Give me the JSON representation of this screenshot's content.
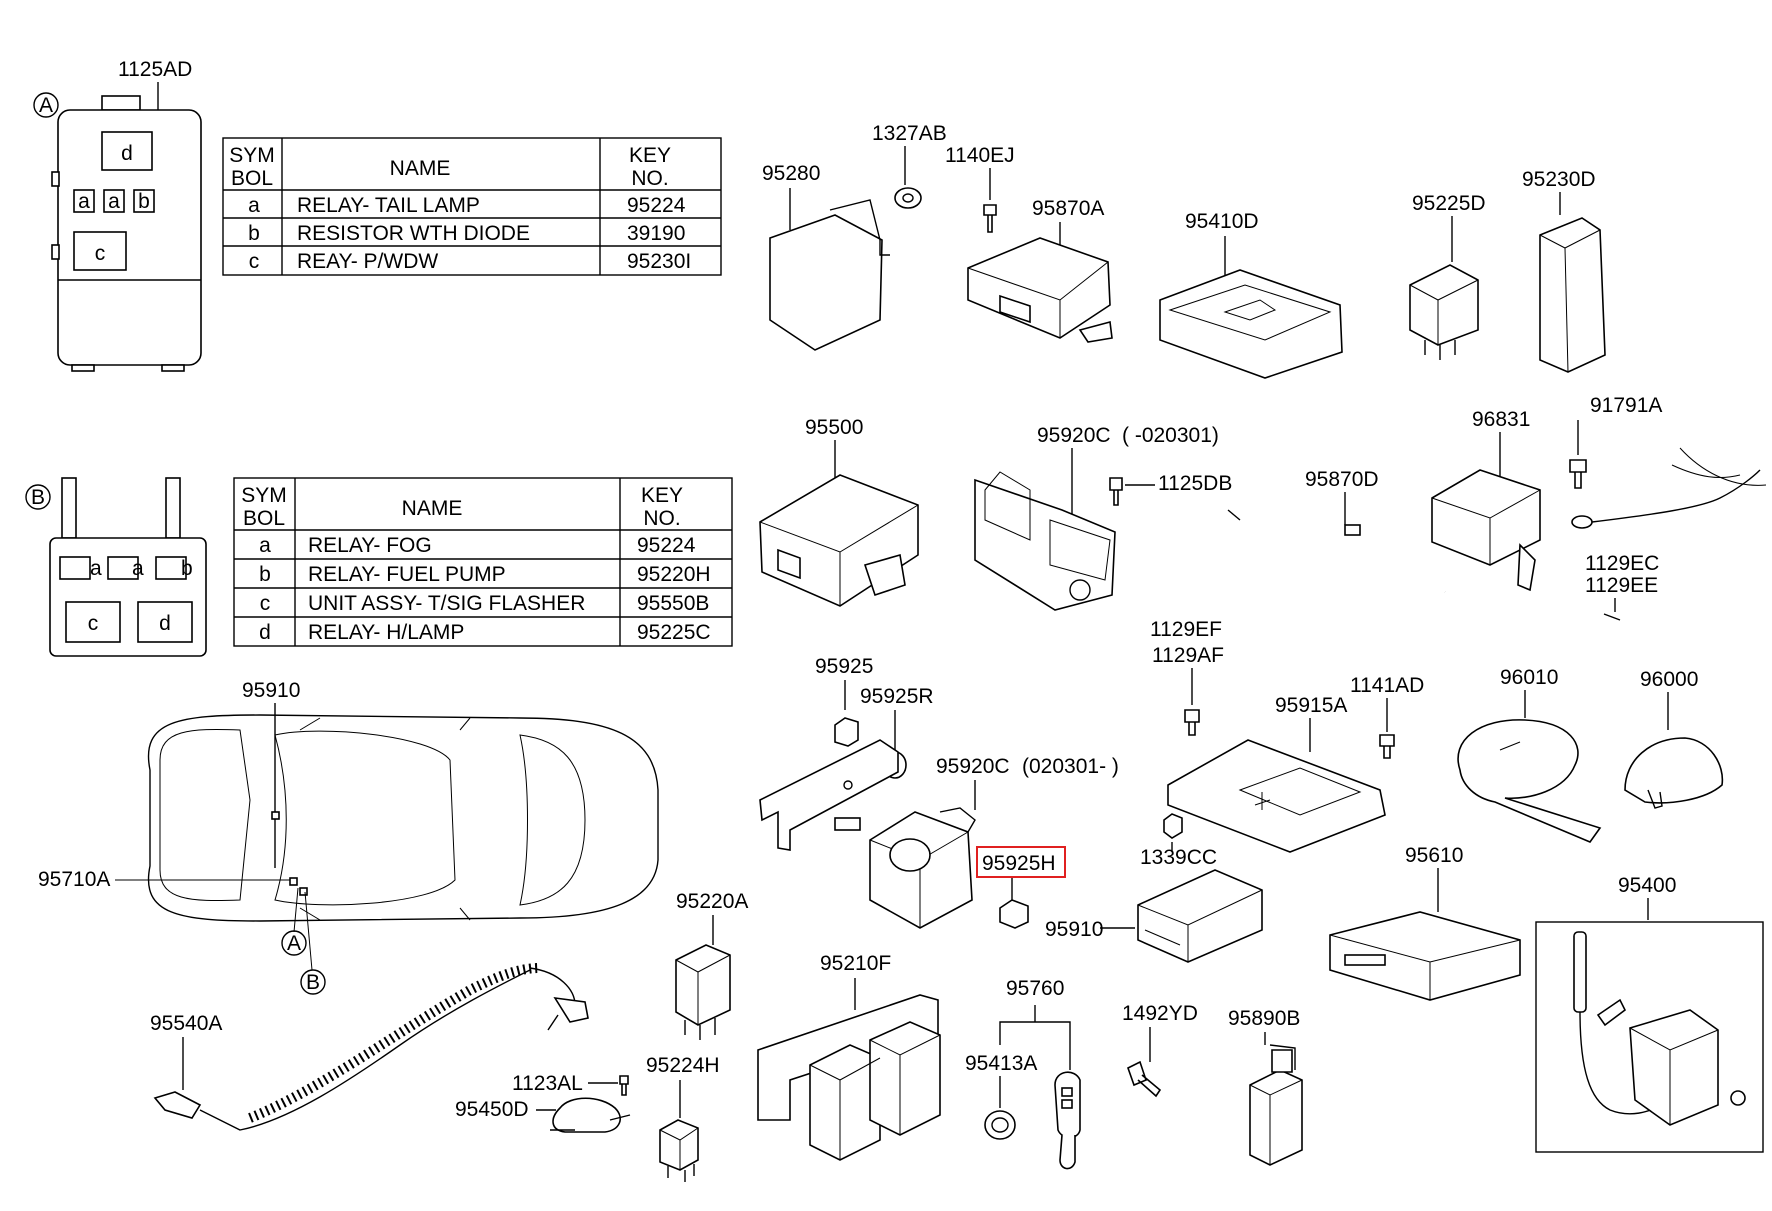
{
  "diagram": {
    "highlight_color": "#e02020",
    "fuse_box_a": {
      "marker": "A",
      "part": "1125AD",
      "slots": [
        "d",
        "a",
        "a",
        "b",
        "c"
      ]
    },
    "fuse_box_b": {
      "marker": "B",
      "slots": [
        "a",
        "a",
        "b",
        "c",
        "d"
      ]
    },
    "table_a": {
      "headers": {
        "sym_1": "SYM",
        "sym_2": "BOL",
        "name": "NAME",
        "key_1": "KEY",
        "key_2": "NO."
      },
      "rows": [
        {
          "sym": "a",
          "name": "RELAY- TAIL LAMP",
          "key": "95224"
        },
        {
          "sym": "b",
          "name": "RESISTOR WTH DIODE",
          "key": "39190"
        },
        {
          "sym": "c",
          "name": "REAY- P/WDW",
          "key": "95230I"
        }
      ]
    },
    "table_b": {
      "headers": {
        "sym_1": "SYM",
        "sym_2": "BOL",
        "name": "NAME",
        "key_1": "KEY",
        "key_2": "NO."
      },
      "rows": [
        {
          "sym": "a",
          "name": "RELAY- FOG",
          "key": "95224"
        },
        {
          "sym": "b",
          "name": "RELAY- FUEL PUMP",
          "key": "95220H"
        },
        {
          "sym": "c",
          "name": "UNIT ASSY- T/SIG FLASHER",
          "key": "95550B"
        },
        {
          "sym": "d",
          "name": "RELAY- H/LAMP",
          "key": "95225C"
        }
      ]
    },
    "car": {
      "label_top": "95910",
      "label_left": "95710A",
      "marker_a": "A",
      "marker_b": "B"
    },
    "parts": {
      "p95280": "95280",
      "p1327AB": "1327AB",
      "p1140EJ": "1140EJ",
      "p95870A": "95870A",
      "p95410D": "95410D",
      "p95225D": "95225D",
      "p95230D": "95230D",
      "p95500": "95500",
      "p95920C_a": "95920C",
      "p95920C_a_range": "( -020301)",
      "p1125DB": "1125DB",
      "p95870D": "95870D",
      "p96831": "96831",
      "p91791A": "91791A",
      "p1129EC": "1129EC",
      "p1129EE": "1129EE",
      "p95925": "95925",
      "p95925R": "95925R",
      "p95920C_b": "95920C",
      "p95920C_b_range": "(020301- )",
      "p95925H": "95925H",
      "p1129EF": "1129EF",
      "p1129AF": "1129AF",
      "p95915A": "95915A",
      "p1141AD": "1141AD",
      "p96010": "96010",
      "p96000": "96000",
      "p1339CC": "1339CC",
      "p95910": "95910",
      "p95610": "95610",
      "p95400": "95400",
      "p95220A": "95220A",
      "p95210F": "95210F",
      "p95760": "95760",
      "p95413A": "95413A",
      "p1492YD": "1492YD",
      "p95890B": "95890B",
      "p95540A": "95540A",
      "p1123AL": "1123AL",
      "p95224H": "95224H",
      "p95450D": "95450D"
    }
  }
}
